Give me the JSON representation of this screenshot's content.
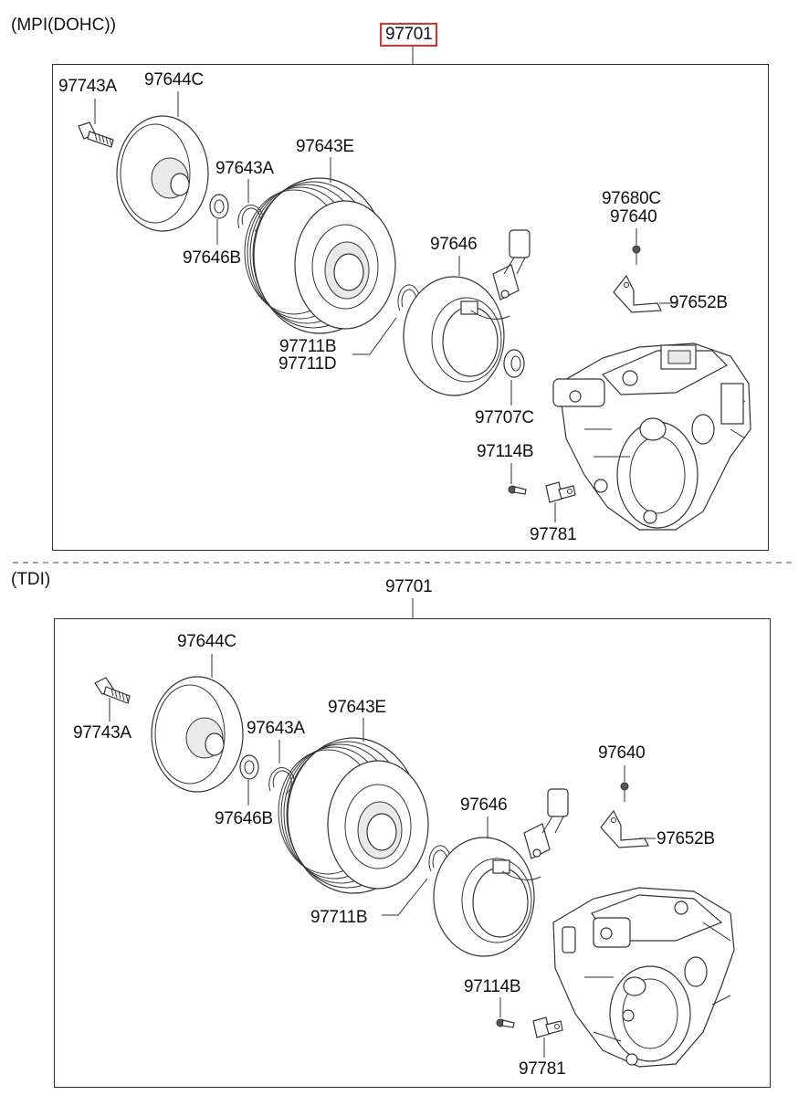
{
  "sections": [
    {
      "title": "(MPI(DOHC))",
      "assembly": "97701",
      "labels": {
        "bolt": "97743A",
        "hub": "97644C",
        "pulley": "97643E",
        "snap_ring_a": "97643A",
        "shim": "97646B",
        "snap_ring_b": "97711B",
        "snap_ring_d": "97711D",
        "coil": "97646",
        "spacer": "97707C",
        "screw_b": "97114B",
        "clip": "97781",
        "valve": "97680C",
        "screw": "97640",
        "bracket": "97652B"
      }
    },
    {
      "title": "(TDI)",
      "assembly": "97701",
      "labels": {
        "bolt": "97743A",
        "hub": "97644C",
        "pulley": "97643E",
        "snap_ring_a": "97643A",
        "shim": "97646B",
        "snap_ring_b": "97711B",
        "coil": "97646",
        "screw_b": "97114B",
        "clip": "97781",
        "screw": "97640",
        "bracket": "97652B"
      }
    }
  ],
  "highlight_color": "#e03030"
}
